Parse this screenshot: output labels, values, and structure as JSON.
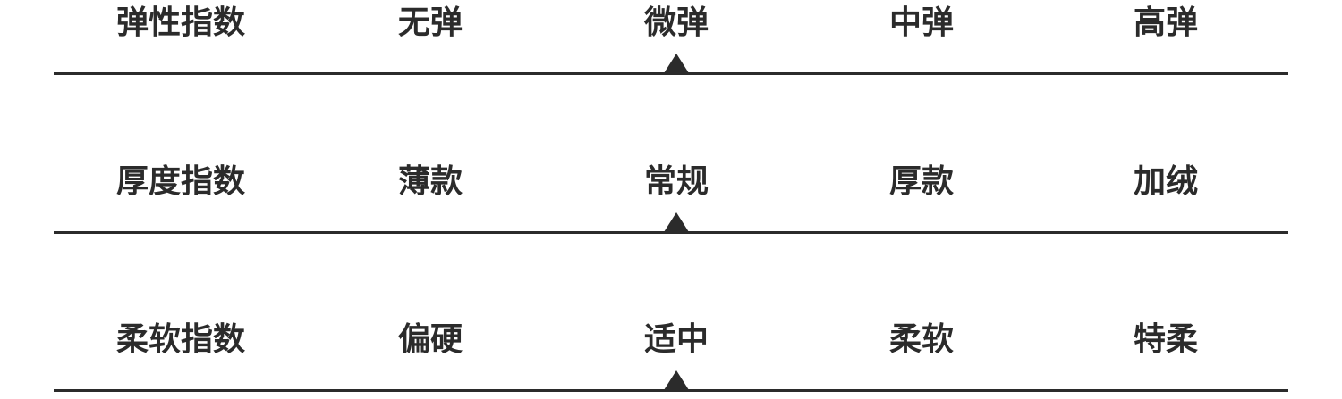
{
  "rows": [
    {
      "label": "弹性指数",
      "options": [
        "无弹",
        "微弹",
        "中弹",
        "高弹"
      ],
      "selected_index": 1
    },
    {
      "label": "厚度指数",
      "options": [
        "薄款",
        "常规",
        "厚款",
        "加绒"
      ],
      "selected_index": 1
    },
    {
      "label": "柔软指数",
      "options": [
        "偏硬",
        "适中",
        "柔软",
        "特柔"
      ],
      "selected_index": 1
    }
  ]
}
